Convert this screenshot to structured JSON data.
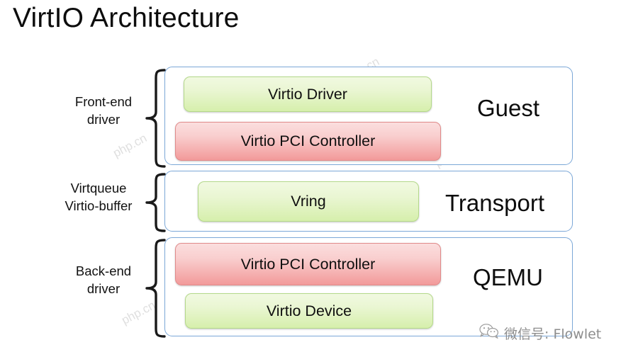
{
  "title": "VirtIO Architecture",
  "colors": {
    "layer_border": "#7ba7d7",
    "green_fill_top": "#f1f9e1",
    "green_fill_bottom": "#d6efac",
    "green_border": "#b4d98a",
    "red_fill_top": "#fbdede",
    "red_fill_bottom": "#f29a9a",
    "red_border": "#e08a8a",
    "text": "#0d0d0d",
    "watermark": "#969696"
  },
  "braces": [
    {
      "name": "front-end",
      "label_line1": "Front-end",
      "label_line2": "driver"
    },
    {
      "name": "virtqueue",
      "label_line1": "Virtqueue",
      "label_line2": "Virtio-buffer"
    },
    {
      "name": "back-end",
      "label_line1": "Back-end",
      "label_line2": "driver"
    }
  ],
  "layers": [
    {
      "id": "guest",
      "name": "Guest",
      "components": [
        {
          "label": "Virtio Driver",
          "color": "green"
        },
        {
          "label": "Virtio PCI Controller",
          "color": "red"
        }
      ]
    },
    {
      "id": "transport",
      "name": "Transport",
      "components": [
        {
          "label": "Vring",
          "color": "green"
        }
      ]
    },
    {
      "id": "qemu",
      "name": "QEMU",
      "components": [
        {
          "label": "Virtio PCI Controller",
          "color": "red"
        },
        {
          "label": "Virtio Device",
          "color": "green"
        }
      ]
    }
  ],
  "watermarks": {
    "background_text": "php.cn",
    "wechat_text": "微信号: Flowlet"
  }
}
